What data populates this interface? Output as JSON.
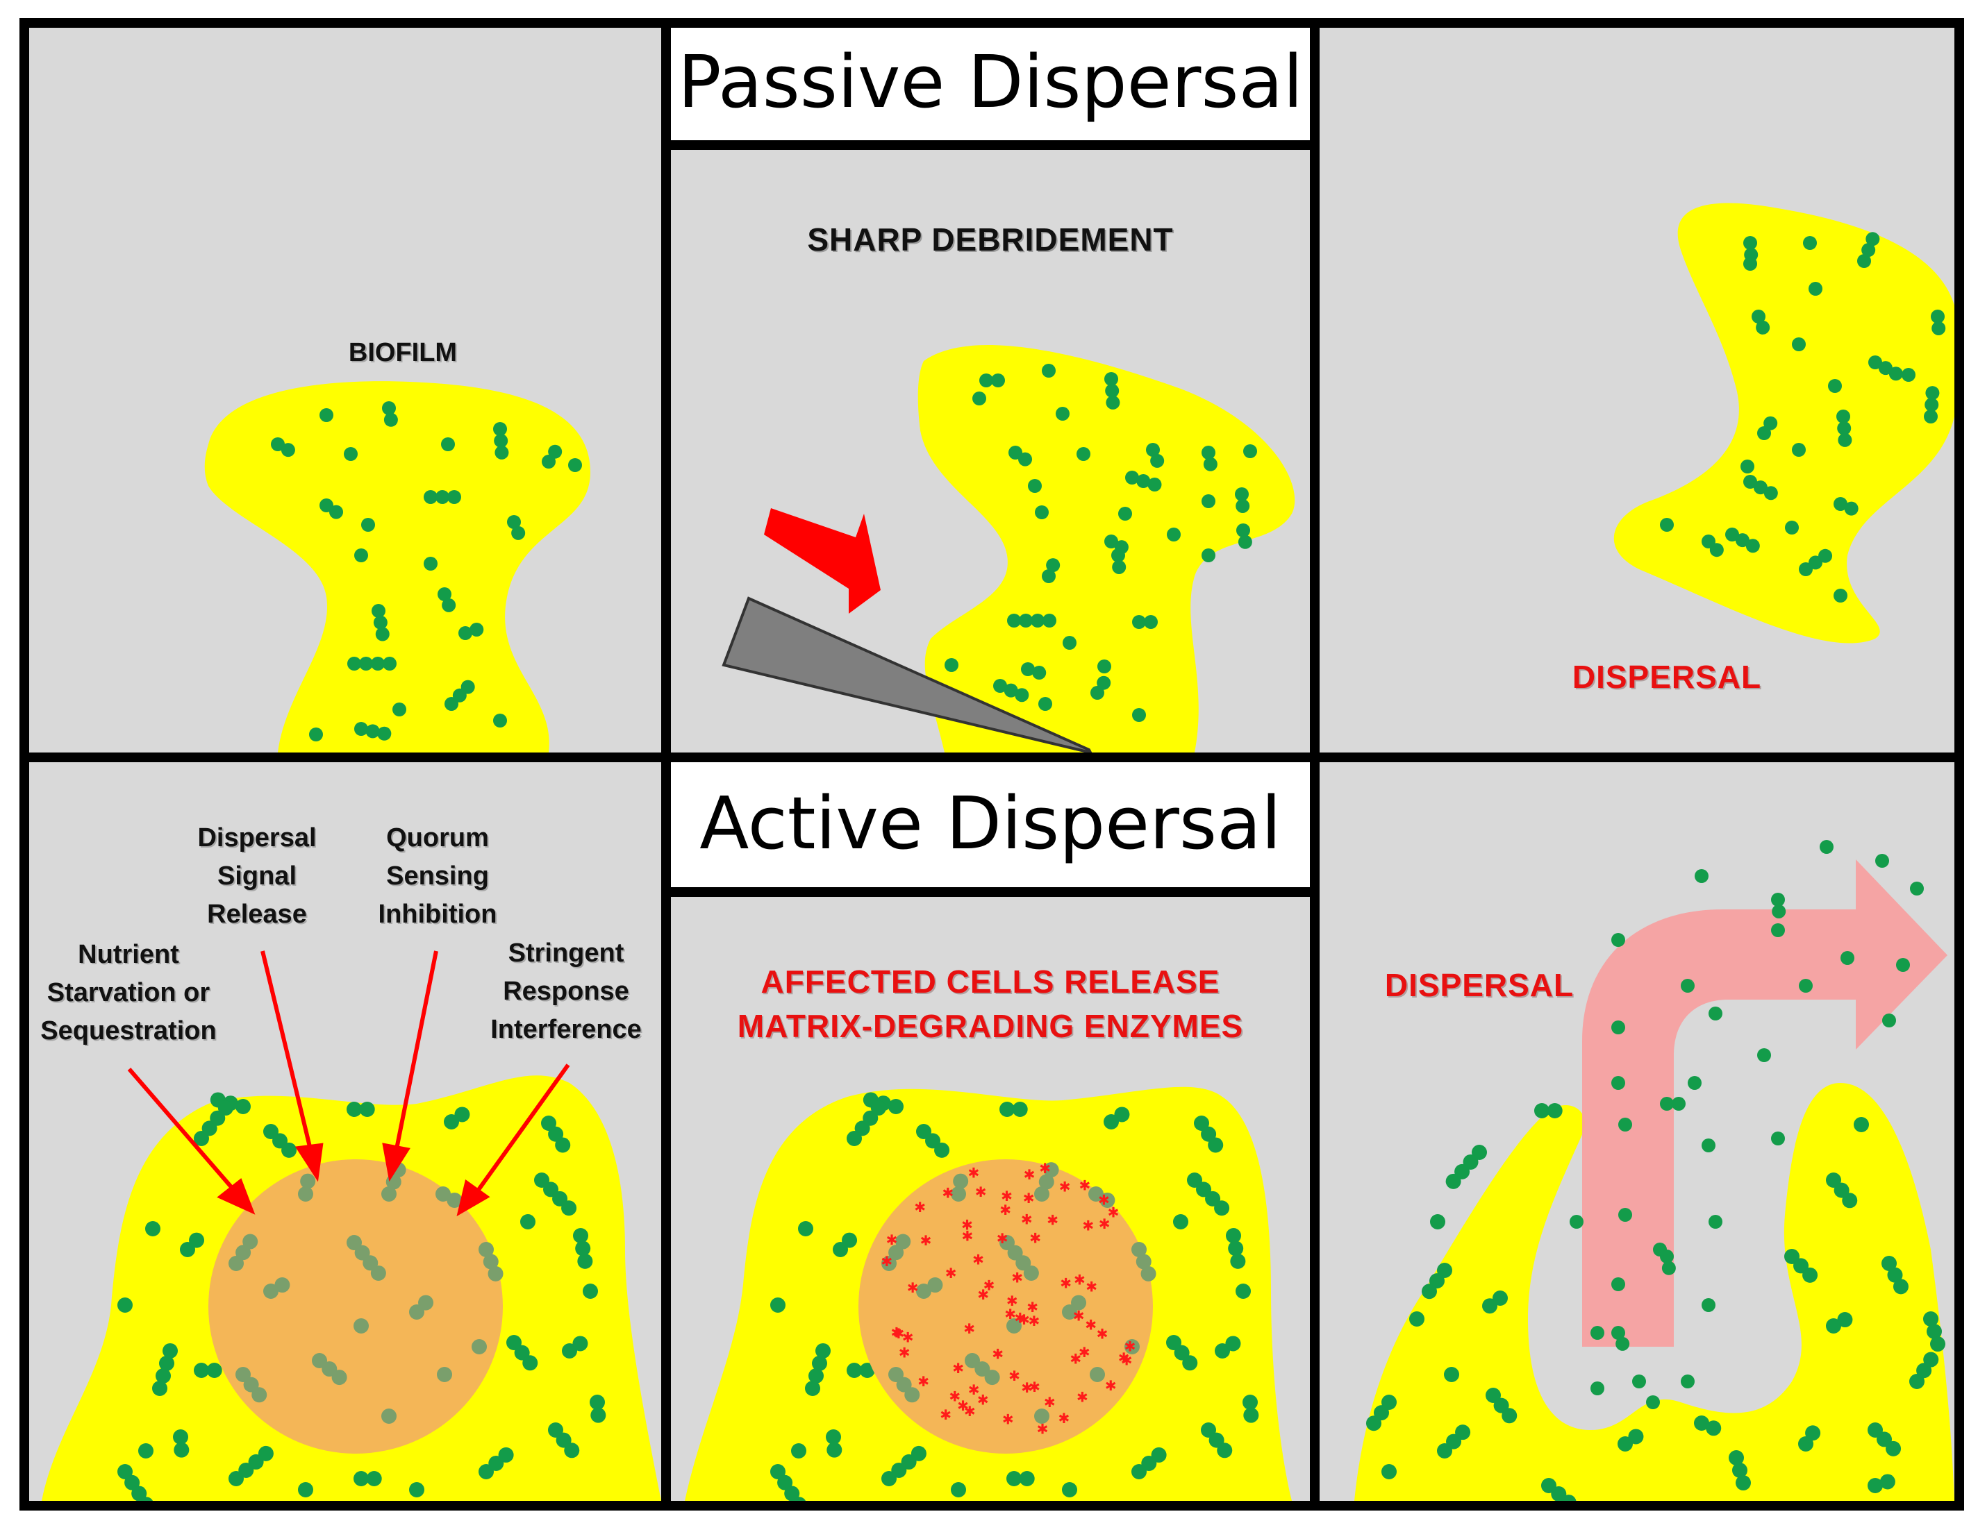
{
  "titles": {
    "passive": "Passive Dispersal",
    "active": "Active Dispersal"
  },
  "passive": {
    "biofilm_label": "BIOFILM",
    "step_label": "SHARP DEBRIDEMENT",
    "result_label": "DISPERSAL"
  },
  "active": {
    "mechanisms": [
      [
        "Nutrient",
        "Starvation or",
        "Sequestration"
      ],
      [
        "Dispersal",
        "Signal",
        "Release"
      ],
      [
        "Quorum",
        "Sensing",
        "Inhibition"
      ],
      [
        "Stringent",
        "Response",
        "Interference"
      ]
    ],
    "enzyme_label_line1": "AFFECTED CELLS RELEASE",
    "enzyme_label_line2": "MATRIX-DEGRADING ENZYMES",
    "result_label": "DISPERSAL"
  },
  "colors": {
    "panel_bg": "#d9d9d9",
    "biofilm": "#ffff00",
    "cell": "#139c4a",
    "dark_cell": "#1f6e3a",
    "affected_zone": "#f4b657",
    "affected_cell": "#7a9f6c",
    "arrow_red": "#ff0000",
    "label_red": "#e81010",
    "dispersal_arrow": "#f7a0a0",
    "blade": "#7f7f7f",
    "border": "#000000"
  },
  "icons": [
    "scalpel-blade-icon",
    "red-arrow-icon",
    "dispersal-arrow-icon",
    "bacterial-cell-icon",
    "enzyme-star-icon"
  ]
}
